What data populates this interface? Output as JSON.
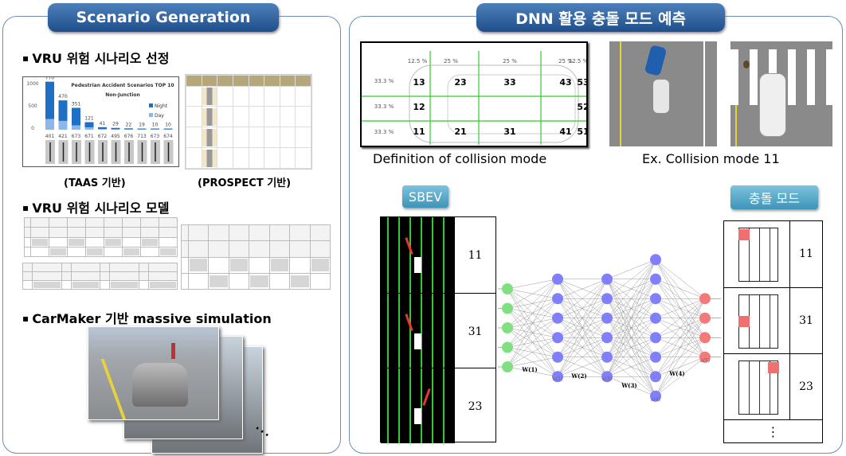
{
  "left": {
    "title": "Scenario Generation",
    "bullet1": "VRU 위험 시나리오 선정",
    "cap_taas": "(TAAS 기반)",
    "cap_prospect": "(PROSPECT 기반)",
    "bullet2": "VRU 위험 시나리오 모델",
    "bullet3": "CarMaker 기반 massive simulation",
    "ellipsis": "⋯"
  },
  "chart_data": {
    "type": "bar",
    "title": "Pedestrian Accident Scenarios TOP 10",
    "subtitle": "Non-Junction",
    "categories": [
      "401",
      "421",
      "673",
      "671",
      "672",
      "495",
      "676",
      "713",
      "673",
      "674"
    ],
    "values": [
      770,
      470,
      351,
      121,
      41,
      29,
      22,
      19,
      10,
      10
    ],
    "day_percent": [
      22,
      30,
      20,
      30,
      null,
      null,
      null,
      null,
      null,
      null
    ],
    "legend": [
      "Night",
      "Day"
    ],
    "yticks": [
      "1000",
      "500",
      "0"
    ],
    "ylim": [
      0,
      1000
    ],
    "colors": {
      "Night": "#1f6fc4",
      "Day": "#8db7e8"
    }
  },
  "right": {
    "title": "DNN 활용 충돌 모드 예측",
    "caption_def": "Definition of collision mode",
    "caption_ex": "Ex. Collision mode 11",
    "sbev_label": "SBEV",
    "mode_label": "충돌 모드",
    "col_pct": [
      "12.5 %",
      "25 %",
      "25 %",
      "25 %",
      "12.5 %"
    ],
    "row_pct": [
      "33.3 %",
      "33.3 %",
      "33.3 %"
    ],
    "grid": [
      [
        "13",
        "23",
        "33",
        "43",
        "53"
      ],
      [
        "12",
        "",
        "",
        "",
        "52"
      ],
      [
        "11",
        "21",
        "31",
        "41",
        "51"
      ]
    ],
    "sbev_rows": [
      "11",
      "31",
      "23"
    ],
    "mode_rows": [
      "11",
      "31",
      "23"
    ],
    "mode_more": "⋮",
    "nn_layers": [
      5,
      6,
      6,
      8,
      4
    ],
    "weights": [
      "W(1)",
      "W(2)",
      "W(3)",
      "W(4)"
    ],
    "activations": [
      "a(2)",
      "a(3)",
      "a(4)",
      "a(5)"
    ],
    "colors": {
      "input": "#7fe07f",
      "hidden": "#8080ff",
      "output": "#f47a7a",
      "grid": "#2ecc2e",
      "highlight": "#f07070"
    }
  }
}
